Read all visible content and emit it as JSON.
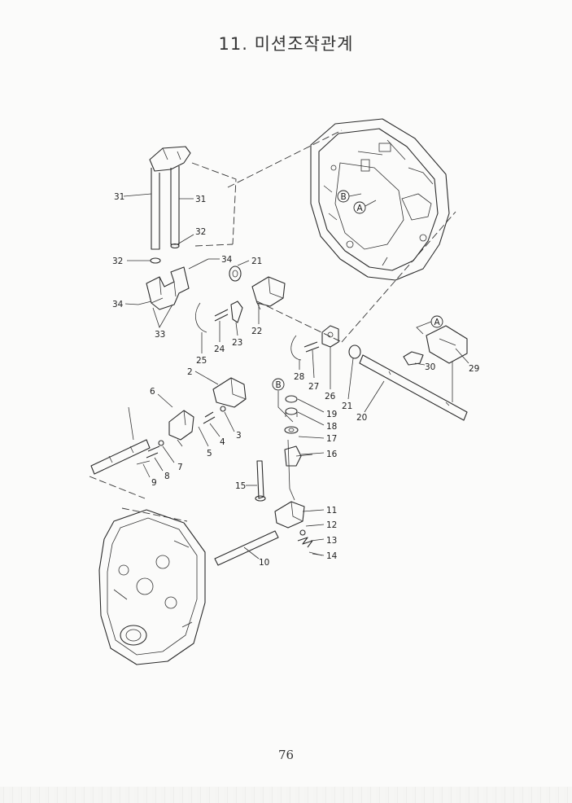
{
  "header": {
    "title": "11. 미션조작관계"
  },
  "footer": {
    "page_number": "76"
  },
  "figure": {
    "reference_markers": [
      "A",
      "B",
      "A",
      "B"
    ],
    "part_callouts": [
      {
        "id": "c31a",
        "label": "31"
      },
      {
        "id": "c31b",
        "label": "31"
      },
      {
        "id": "c32a",
        "label": "32"
      },
      {
        "id": "c32b",
        "label": "32"
      },
      {
        "id": "c34a",
        "label": "34"
      },
      {
        "id": "c34b",
        "label": "34"
      },
      {
        "id": "c33",
        "label": "33"
      },
      {
        "id": "c21a",
        "label": "21"
      },
      {
        "id": "c22",
        "label": "22"
      },
      {
        "id": "c23",
        "label": "23"
      },
      {
        "id": "c24",
        "label": "24"
      },
      {
        "id": "c25",
        "label": "25"
      },
      {
        "id": "c2",
        "label": "2"
      },
      {
        "id": "c3",
        "label": "3"
      },
      {
        "id": "c4",
        "label": "4"
      },
      {
        "id": "c5",
        "label": "5"
      },
      {
        "id": "c6",
        "label": "6"
      },
      {
        "id": "c7",
        "label": "7"
      },
      {
        "id": "c8",
        "label": "8"
      },
      {
        "id": "c9",
        "label": "9"
      },
      {
        "id": "c28",
        "label": "28"
      },
      {
        "id": "c27",
        "label": "27"
      },
      {
        "id": "c26",
        "label": "26"
      },
      {
        "id": "c21b",
        "label": "21"
      },
      {
        "id": "c20",
        "label": "20"
      },
      {
        "id": "c29",
        "label": "29"
      },
      {
        "id": "c30",
        "label": "30"
      },
      {
        "id": "c19",
        "label": "19"
      },
      {
        "id": "c18",
        "label": "18"
      },
      {
        "id": "c17",
        "label": "17"
      },
      {
        "id": "c16",
        "label": "16"
      },
      {
        "id": "c15",
        "label": "15"
      },
      {
        "id": "c11",
        "label": "11"
      },
      {
        "id": "c12",
        "label": "12"
      },
      {
        "id": "c13",
        "label": "13"
      },
      {
        "id": "c14",
        "label": "14"
      },
      {
        "id": "c10",
        "label": "10"
      }
    ]
  }
}
